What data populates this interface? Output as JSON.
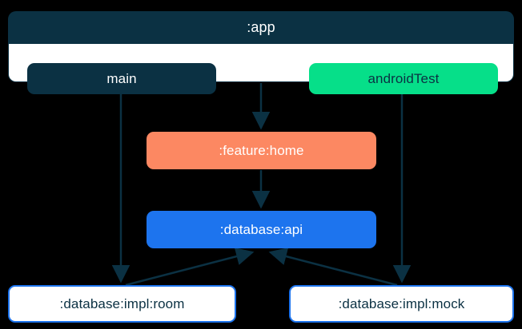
{
  "diagram": {
    "type": "module-dependency-graph",
    "background": "#000000",
    "palette": {
      "navy": "#0b3143",
      "green": "#06df89",
      "orange": "#fc8862",
      "blue": "#1d74ee",
      "white": "#ffffff",
      "edge": "#0b3143"
    },
    "container": {
      "label": ":app",
      "source_sets": [
        {
          "label": "main",
          "color": "#0b3143",
          "text_color": "#ffffff"
        },
        {
          "label": "androidTest",
          "color": "#06df89",
          "text_color": "#0b3143"
        }
      ]
    },
    "nodes": [
      {
        "id": "feature-home",
        "label": ":feature:home",
        "color": "#fc8862",
        "text_color": "#ffffff",
        "style": "filled"
      },
      {
        "id": "database-api",
        "label": ":database:api",
        "color": "#1d74ee",
        "text_color": "#ffffff",
        "style": "filled"
      },
      {
        "id": "database-impl-room",
        "label": ":database:impl:room",
        "color": "#ffffff",
        "text_color": "#0b3143",
        "style": "outlined"
      },
      {
        "id": "database-impl-mock",
        "label": ":database:impl:mock",
        "color": "#ffffff",
        "text_color": "#0b3143",
        "style": "outlined"
      }
    ],
    "edges": [
      {
        "from": ":app",
        "to": ":feature:home"
      },
      {
        "from": "main",
        "to": ":database:impl:room"
      },
      {
        "from": "androidTest",
        "to": ":database:impl:mock"
      },
      {
        "from": ":feature:home",
        "to": ":database:api"
      },
      {
        "from": ":database:impl:room",
        "to": ":database:api"
      },
      {
        "from": ":database:impl:mock",
        "to": ":database:api"
      }
    ]
  }
}
